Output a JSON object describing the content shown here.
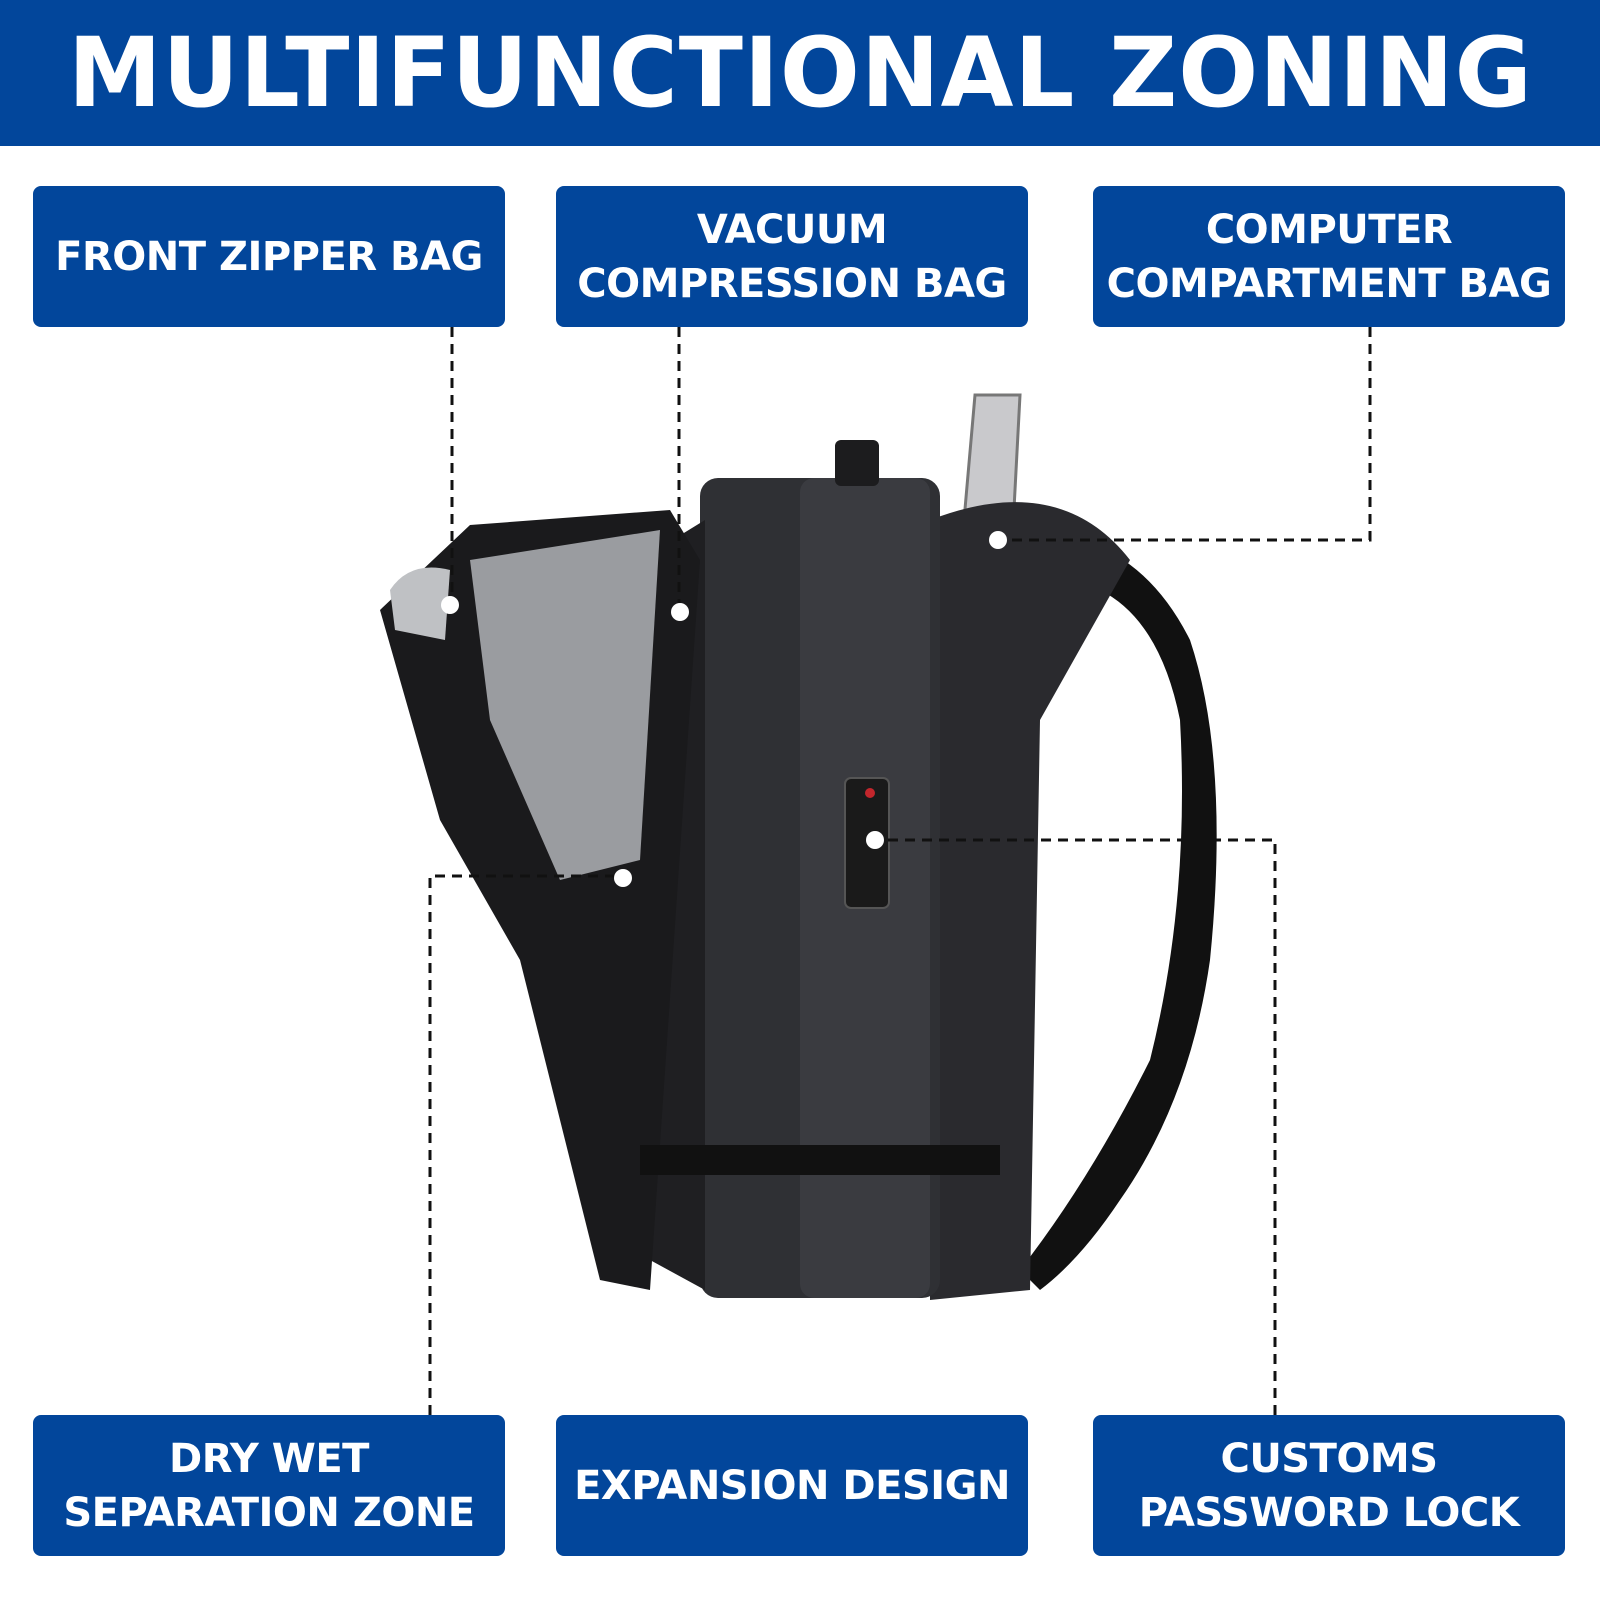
{
  "title": "MULTIFUNCTIONAL ZONING",
  "colors": {
    "brand": "#02469b",
    "text": "#ffffff"
  },
  "labels": {
    "front_zipper_bag": "FRONT ZIPPER BAG",
    "vacuum_compression_bag": "VACUUM\nCOMPRESSION BAG",
    "computer_compartment_bag": "COMPUTER\nCOMPARTMENT BAG",
    "dry_wet_separation_zone": "DRY WET\nSEPARATION ZONE",
    "expansion_design": "EXPANSION DESIGN",
    "customs_password_lock": "CUSTOMS\nPASSWORD LOCK"
  }
}
